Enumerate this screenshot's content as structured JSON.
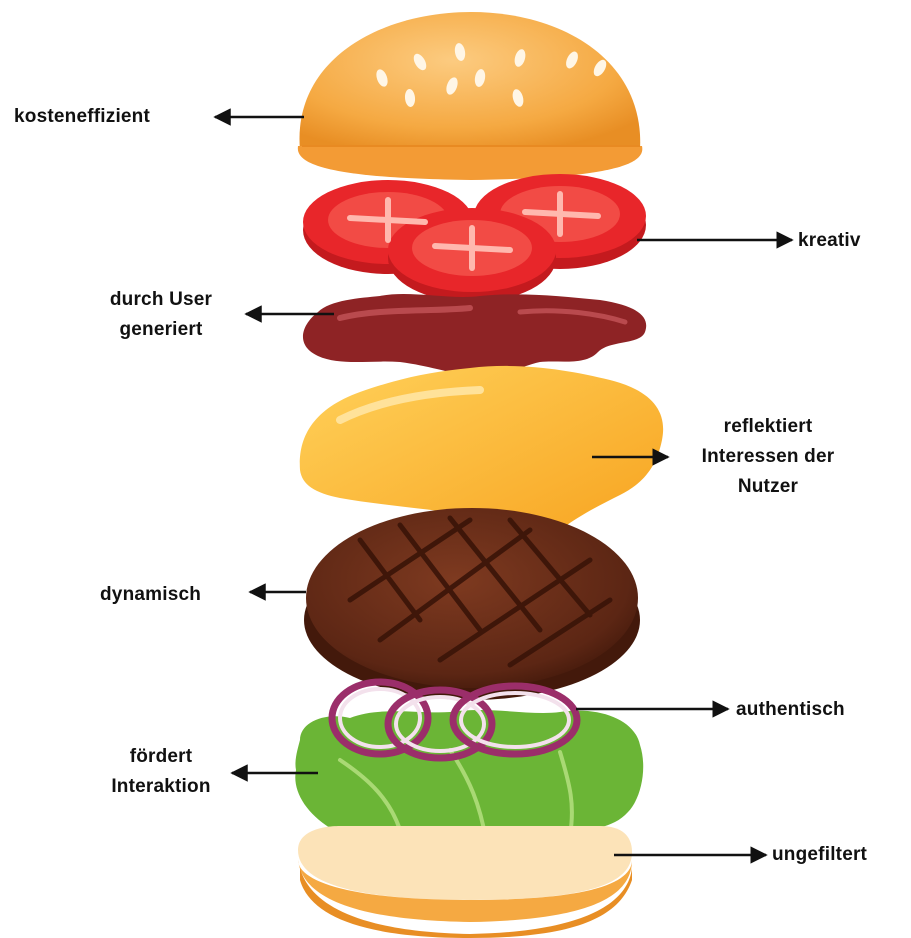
{
  "labels": {
    "bun_top": "kosteneffizient",
    "tomato": "kreativ",
    "sauce_line1": "durch User",
    "sauce_line2": "generiert",
    "cheese_line1": "reflektiert",
    "cheese_line2": "Interessen der",
    "cheese_line3": "Nutzer",
    "patty": "dynamisch",
    "onion": "authentisch",
    "lettuce_line1": "fördert",
    "lettuce_line2": "Interaktion",
    "bun_bottom": "ungefiltert"
  },
  "colors": {
    "bun": "#F5A942",
    "bun_highlight": "#FBC97A",
    "sesame": "#FFF6E6",
    "tomato": "#E8262A",
    "tomato_inner": "#F24B45",
    "sauce": "#8E2325",
    "cheese": "#FDBA35",
    "patty": "#6B2E1A",
    "onion": "#9B2E6A",
    "lettuce": "#6BB536",
    "arrow": "#111111",
    "text": "#111111"
  }
}
